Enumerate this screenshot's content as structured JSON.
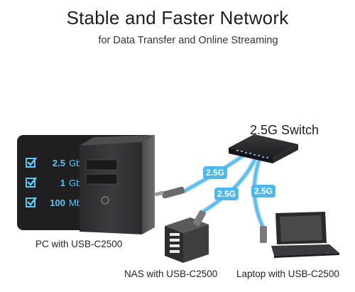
{
  "title": "Stable and Faster Network",
  "subtitle": "for Data Transfer and Online Streaming",
  "speed_options": [
    {
      "value": "2.5",
      "unit": "Gbps"
    },
    {
      "value": "1",
      "unit": "Gbps"
    },
    {
      "value": "100",
      "unit": "Mbps"
    }
  ],
  "devices": {
    "switch_label": "2.5G Switch",
    "pc_label": "PC with USB-C2500",
    "nas_label": "NAS with USB-C2500",
    "laptop_label": "Laptop with USB-C2500"
  },
  "links": {
    "pc_link": "2.5G",
    "nas_link": "2.5G",
    "laptop_link": "2.5G"
  },
  "colors": {
    "accent_blue": "#4fb8ea",
    "panel_dark": "#1f1f20",
    "cable_blue": "#5bbfee"
  }
}
